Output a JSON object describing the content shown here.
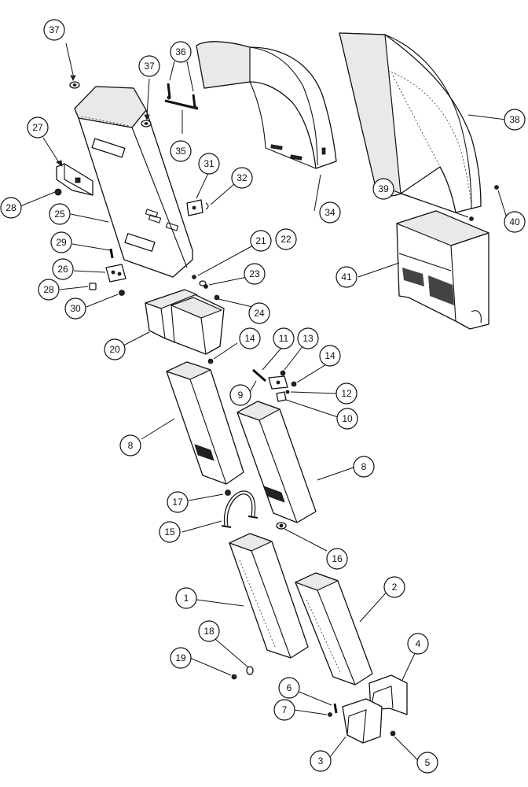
{
  "callouts": [
    {
      "id": "c1",
      "label": "1"
    },
    {
      "id": "c2",
      "label": "2"
    },
    {
      "id": "c3",
      "label": "3"
    },
    {
      "id": "c4",
      "label": "4"
    },
    {
      "id": "c5",
      "label": "5"
    },
    {
      "id": "c6",
      "label": "6"
    },
    {
      "id": "c7",
      "label": "7"
    },
    {
      "id": "c8a",
      "label": "8"
    },
    {
      "id": "c8b",
      "label": "8"
    },
    {
      "id": "c9",
      "label": "9"
    },
    {
      "id": "c10",
      "label": "10"
    },
    {
      "id": "c11",
      "label": "11"
    },
    {
      "id": "c12",
      "label": "12"
    },
    {
      "id": "c13",
      "label": "13"
    },
    {
      "id": "c14a",
      "label": "14"
    },
    {
      "id": "c14b",
      "label": "14"
    },
    {
      "id": "c15",
      "label": "15"
    },
    {
      "id": "c16",
      "label": "16"
    },
    {
      "id": "c17",
      "label": "17"
    },
    {
      "id": "c18",
      "label": "18"
    },
    {
      "id": "c19",
      "label": "19"
    },
    {
      "id": "c20",
      "label": "20"
    },
    {
      "id": "c21",
      "label": "21"
    },
    {
      "id": "c22",
      "label": "22"
    },
    {
      "id": "c23",
      "label": "23"
    },
    {
      "id": "c24",
      "label": "24"
    },
    {
      "id": "c25",
      "label": "25"
    },
    {
      "id": "c26",
      "label": "26"
    },
    {
      "id": "c27",
      "label": "27"
    },
    {
      "id": "c28a",
      "label": "28"
    },
    {
      "id": "c28b",
      "label": "28"
    },
    {
      "id": "c29",
      "label": "29"
    },
    {
      "id": "c30",
      "label": "30"
    },
    {
      "id": "c31",
      "label": "31"
    },
    {
      "id": "c32",
      "label": "32"
    },
    {
      "id": "c34",
      "label": "34"
    },
    {
      "id": "c35",
      "label": "35"
    },
    {
      "id": "c36",
      "label": "36"
    },
    {
      "id": "c37a",
      "label": "37"
    },
    {
      "id": "c37b",
      "label": "37"
    },
    {
      "id": "c38",
      "label": "38"
    },
    {
      "id": "c39",
      "label": "39"
    },
    {
      "id": "c40",
      "label": "40"
    },
    {
      "id": "c41",
      "label": "41"
    }
  ]
}
